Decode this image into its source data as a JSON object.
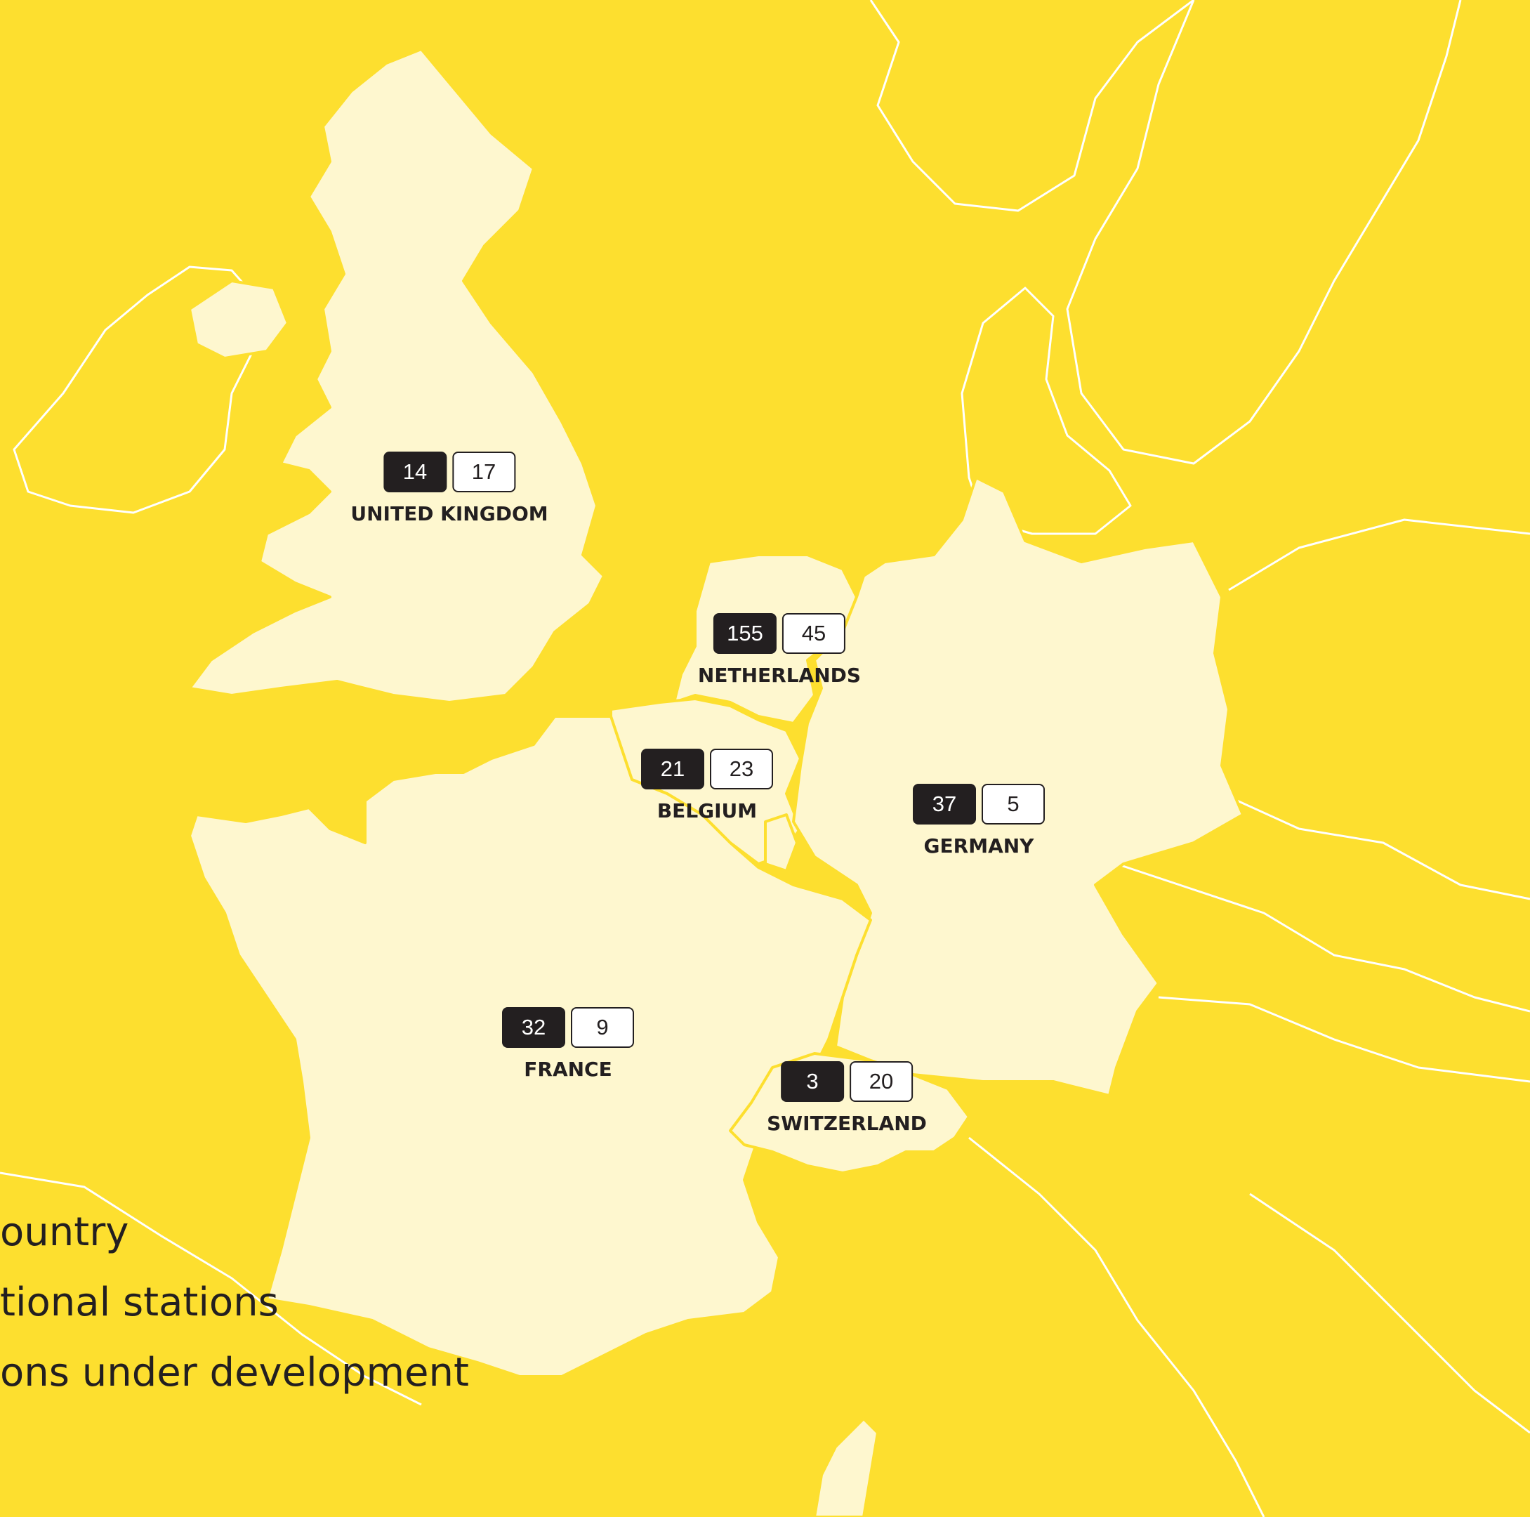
{
  "colors": {
    "sea": "#FDDF2F",
    "other_land": "#FDDF2F",
    "highlight_land": "#FEF7CF",
    "border_line": "#FFFFFF",
    "operational_badge": "#231F20",
    "development_badge": "#FFFFFF",
    "text": "#231F20"
  },
  "countries": [
    {
      "name": "UNITED KINGDOM",
      "operational": "14",
      "development": "17"
    },
    {
      "name": "NETHERLANDS",
      "operational": "155",
      "development": "45"
    },
    {
      "name": "BELGIUM",
      "operational": "21",
      "development": "23"
    },
    {
      "name": "GERMANY",
      "operational": "37",
      "development": "5"
    },
    {
      "name": "FRANCE",
      "operational": "32",
      "development": "9"
    },
    {
      "name": "SWITZERLAND",
      "operational": "3",
      "development": "20"
    }
  ],
  "legend": {
    "country_label": "ountry",
    "operational_label": "tional stations",
    "development_label": "ons under development"
  }
}
